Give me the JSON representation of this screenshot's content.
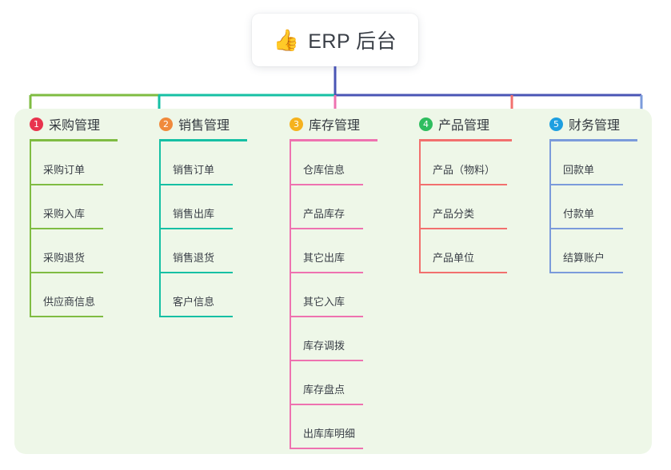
{
  "root": {
    "icon": "thumbs-up-icon",
    "icon_glyph": "👍",
    "title": "ERP 后台"
  },
  "colors": {
    "panel_background": "#EEF7E8",
    "page_background": "#FFFFFF",
    "root_line": "#4A55B5",
    "bar_left": "#7FBC42",
    "bar_mid": "#16C0A4",
    "bar_right": "#4A55B5",
    "text": "#33383F"
  },
  "columns": [
    {
      "number": "1",
      "title": "采购管理",
      "badge_color": "#E8344E",
      "line_color": "#7FBC42",
      "items": [
        "采购订单",
        "采购入库",
        "采购退货",
        "供应商信息"
      ]
    },
    {
      "number": "2",
      "title": "销售管理",
      "badge_color": "#F08A3C",
      "line_color": "#16C0A4",
      "items": [
        "销售订单",
        "销售出库",
        "销售退货",
        "客户信息"
      ]
    },
    {
      "number": "3",
      "title": "库存管理",
      "badge_color": "#F5B21E",
      "line_color": "#EE72B0",
      "items": [
        "仓库信息",
        "产品库存",
        "其它出库",
        "其它入库",
        "库存调拨",
        "库存盘点",
        "出库库明细"
      ]
    },
    {
      "number": "4",
      "title": "产品管理",
      "badge_color": "#2FBD5F",
      "line_color": "#F2706E",
      "items": [
        "产品（物料）",
        "产品分类",
        "产品单位"
      ]
    },
    {
      "number": "5",
      "title": "财务管理",
      "badge_color": "#1E9FE0",
      "line_color": "#7B9BDB",
      "items": [
        "回款单",
        "付款单",
        "结算账户"
      ]
    }
  ]
}
